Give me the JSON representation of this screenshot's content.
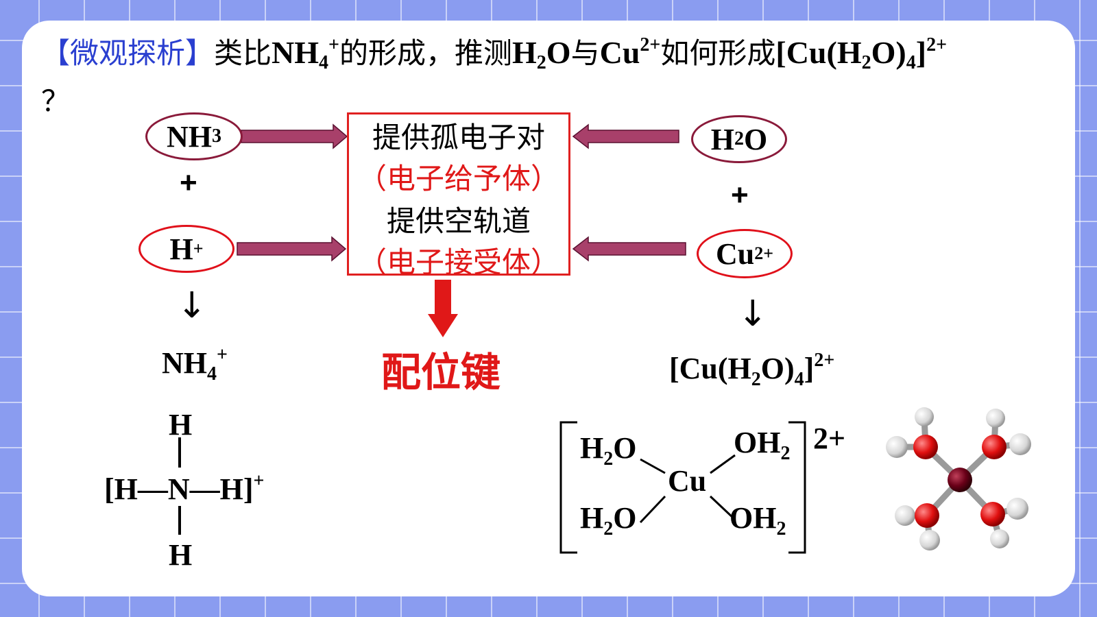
{
  "header": {
    "bracket_title": "【微观探析】",
    "t1": "类比",
    "t2": "的形成，推测",
    "t3": "与",
    "t4": "如何形成",
    "t5": "？"
  },
  "left": {
    "donor": {
      "main": "NH",
      "sub": "3"
    },
    "plus": "+",
    "acceptor": {
      "main": "H",
      "sup": "+"
    },
    "arrow": "↓",
    "product": {
      "main": "NH",
      "sub": "4",
      "sup": "+"
    },
    "structure": {
      "top": "H",
      "bottom": "H",
      "middle": "[H—N—H]",
      "charge": "+"
    }
  },
  "center": {
    "line1": "提供孤电子对",
    "line2": "（电子给予体）",
    "line3": "提供空轨道",
    "line4": "（电子接受体）",
    "bond": "配位键"
  },
  "right": {
    "donor": {
      "a": "H",
      "sub": "2",
      "b": "O"
    },
    "plus": "+",
    "acceptor": {
      "main": "Cu",
      "sup": "2+"
    },
    "arrow": "↓",
    "product": {
      "a": "[Cu(H",
      "sub": "2",
      "b": "O)",
      "sub2": "4",
      "c": "]",
      "sup": "2+"
    },
    "complex": {
      "tl": "H2O",
      "tr": "OH2",
      "bl": "H2O",
      "br": "OH2",
      "center": "Cu",
      "charge": "2+"
    }
  },
  "colors": {
    "accent_blue": "#2a3fd0",
    "red": "#e01818",
    "arrow_maroon": "#a8406a",
    "ellipse_maroon": "#8a1a3a"
  }
}
